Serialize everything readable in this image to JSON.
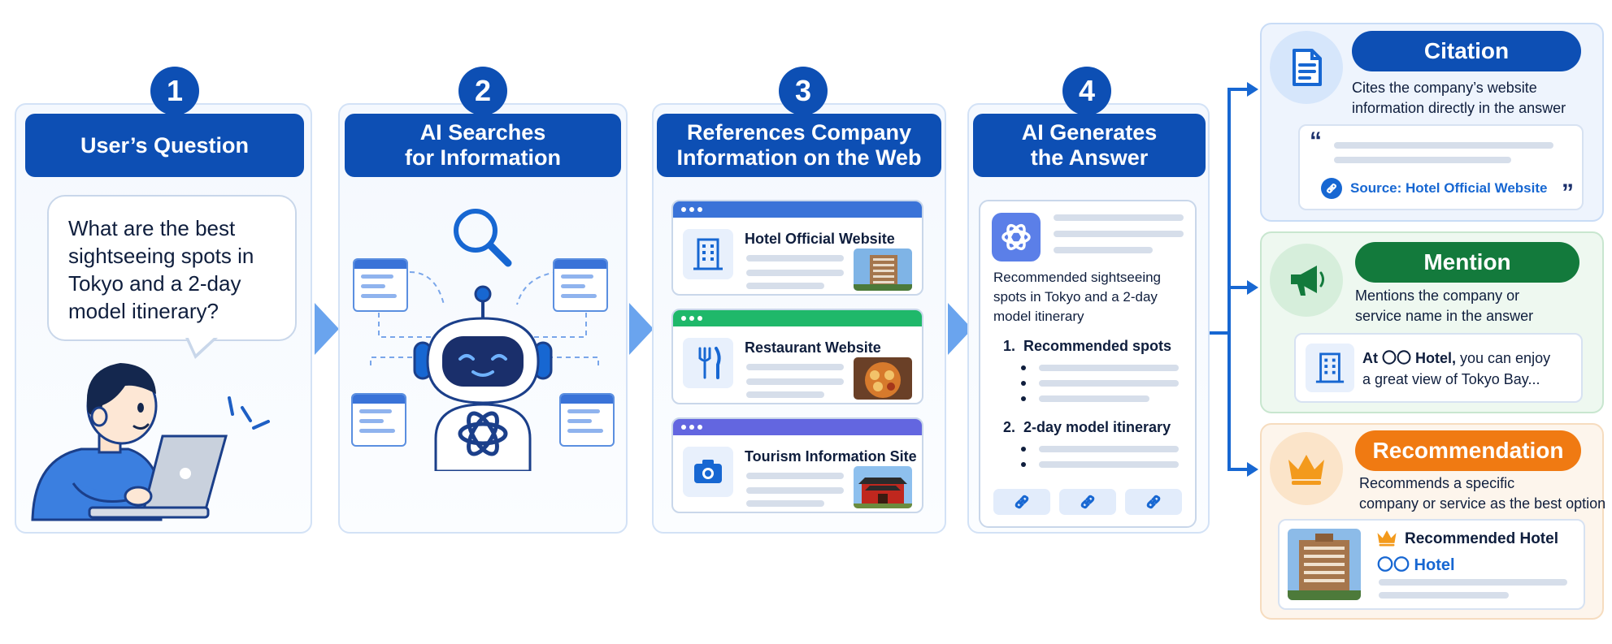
{
  "steps": [
    {
      "num": "1",
      "title_lines": [
        "User’s Question"
      ]
    },
    {
      "num": "2",
      "title_lines": [
        "AI Searches",
        "for Information"
      ]
    },
    {
      "num": "3",
      "title_lines": [
        "References Company",
        "Information on the Web"
      ]
    },
    {
      "num": "4",
      "title_lines": [
        "AI Generates",
        "the Answer"
      ]
    }
  ],
  "question": {
    "lines": [
      "What are the best",
      "sightseeing spots in",
      "Tokyo and a 2-day",
      "model itinerary?"
    ]
  },
  "websites": [
    {
      "label": "Hotel Official Website",
      "icon": "building-icon",
      "bar_color": "#3a73d8"
    },
    {
      "label": "Restaurant Website",
      "icon": "fork-knife-icon",
      "bar_color": "#1fb86a"
    },
    {
      "label": "Tourism Information Site",
      "icon": "camera-icon",
      "bar_color": "#6366e0"
    }
  ],
  "answer": {
    "intro_lines": [
      "Recommended sightseeing",
      "spots in Tokyo and a 2-day",
      "model itinerary"
    ],
    "item1": "1.  Recommended spots",
    "item2": "2.  2-day model itinerary"
  },
  "outcomes": {
    "citation": {
      "title": "Citation",
      "desc_lines": [
        "Cites the company’s website",
        "information directly in the answer"
      ],
      "source": "Source: Hotel Official Website",
      "quote_open": "“",
      "quote_close": "”",
      "color": "#0d4fb4"
    },
    "mention": {
      "title": "Mention",
      "desc_lines": [
        "Mentions the company or",
        "service name in the answer"
      ],
      "text_bold": "At 〇〇 Hotel,",
      "text_rest": " you can enjoy",
      "text_line2": "a great view of Tokyo Bay...",
      "color": "#137a3c"
    },
    "recommendation": {
      "title": "Recommendation",
      "desc_lines": [
        "Recommends a specific",
        "company or service as the best option"
      ],
      "card_title": "Recommended Hotel",
      "card_name": "〇〇 Hotel",
      "color": "#f07a12"
    }
  }
}
